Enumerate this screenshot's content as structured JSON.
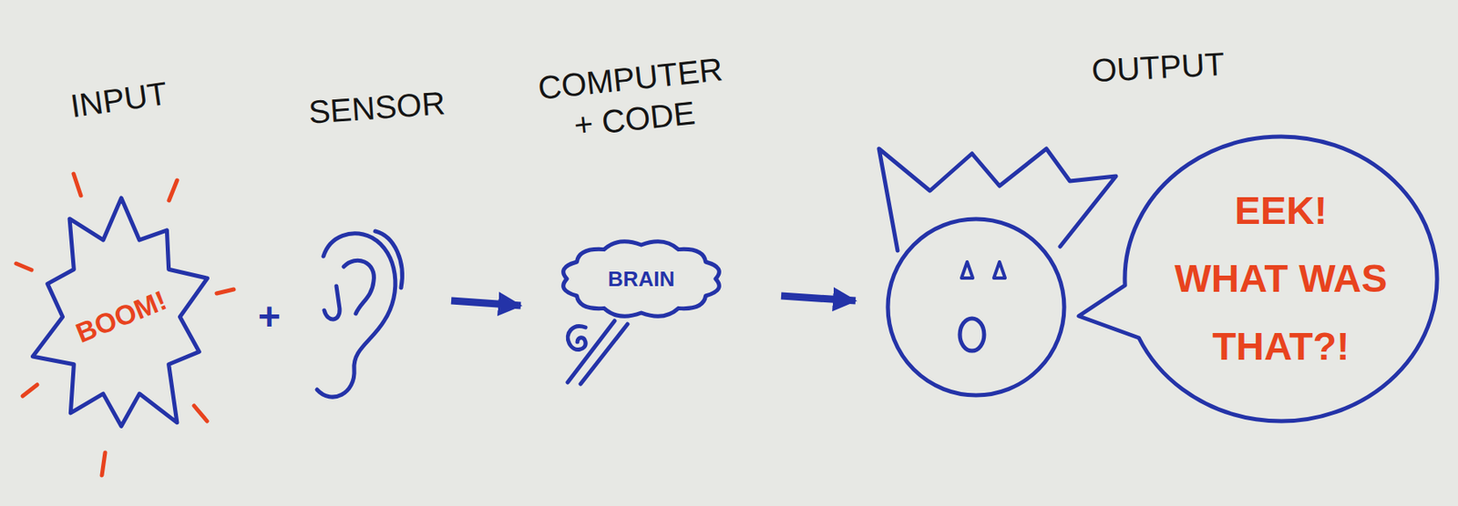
{
  "diagram": {
    "nodes": [
      {
        "text": [
          "INPUT",
          "BOOM!"
        ]
      },
      {
        "text": [
          "SENSOR"
        ]
      },
      {
        "text": [
          "COMPUTER + CODE",
          "BRAIN"
        ]
      },
      {
        "text": [
          "OUTPUT"
        ]
      },
      {
        "text": [
          "EEK! WHAT WAS THAT?!"
        ]
      }
    ],
    "edges": [
      {
        "from": 1,
        "to": 2,
        "arrow": "to"
      },
      {
        "from": 2,
        "to": 3,
        "arrow": "to"
      }
    ],
    "labels": [
      "+"
    ]
  }
}
